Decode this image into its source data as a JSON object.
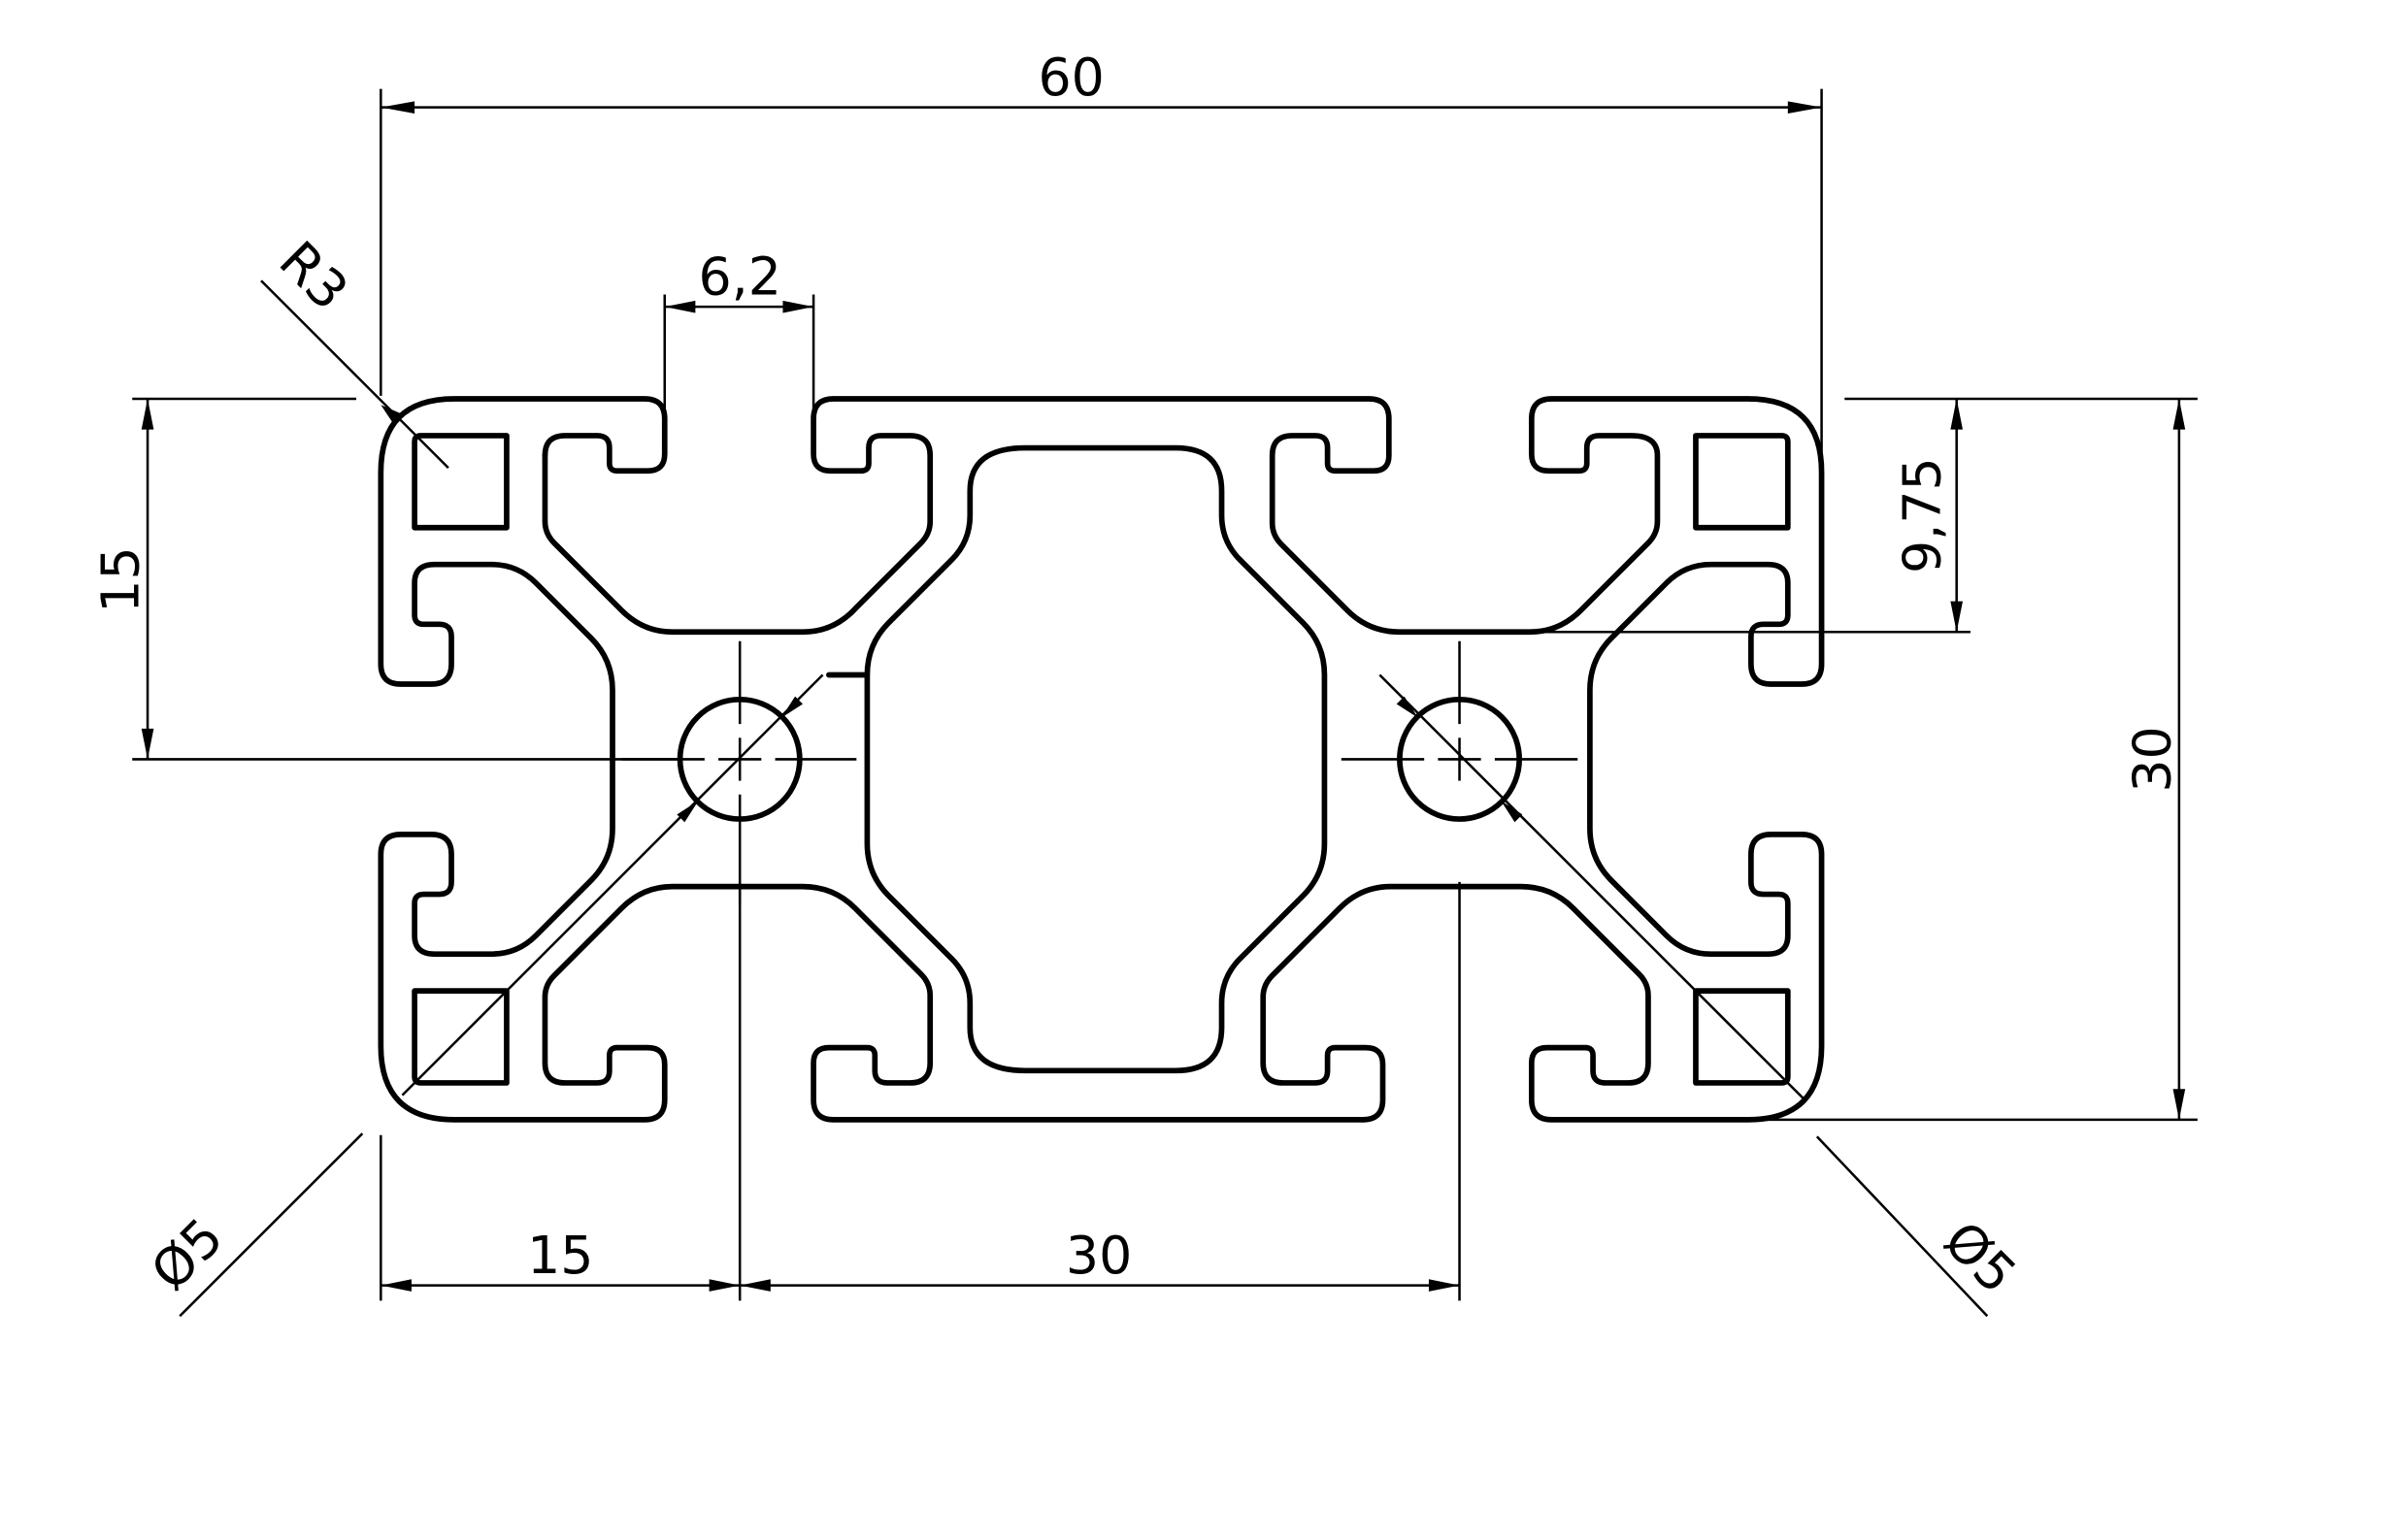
{
  "drawing": {
    "ink_color": "#000000",
    "background_color": "#ffffff",
    "dimensions": {
      "overall_width": "60",
      "slot_width": "6,2",
      "corner_radius": "R3",
      "half_height": "15",
      "slot_depth": "9,75",
      "overall_height": "30",
      "bore_left": "Ø5",
      "bore_right": "Ø5",
      "bottom_first": "15",
      "bottom_pitch": "30"
    }
  }
}
